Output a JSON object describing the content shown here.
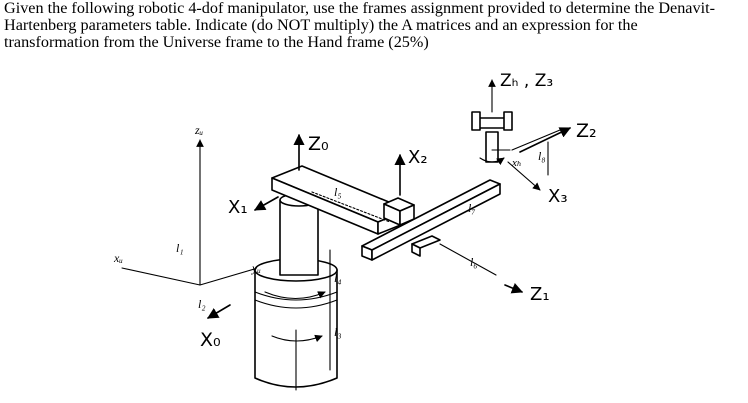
{
  "question": {
    "line1": "Given the following robotic 4-dof  manipulator, use the frames assignment provided to determine the Denavit-",
    "line2": "Hartenberg parameters table. Indicate (do NOT multiply) the A matrices and an expression for the",
    "line3": "transformation from the Universe frame to the Hand frame (25%)"
  },
  "figure": {
    "frame_labels": {
      "z0": "Z₀",
      "x0": "X₀",
      "x1": "X₁",
      "z1": "Z₁",
      "x2": "X₂",
      "z2": "Z₂",
      "x3": "X₃",
      "zh_z3": "Zₕ , Z₃",
      "xh": "xₕ"
    },
    "universe_labels": {
      "zu": "zᵤ",
      "xu": "xᵤ",
      "yu": "yᵤ"
    },
    "link_labels": {
      "l1": "l₁",
      "l2": "l₂",
      "l3": "l₃",
      "l4": "l₄",
      "l5": "l₅",
      "l6": "l₆",
      "l7": "l₇",
      "l8": "l₈"
    }
  }
}
